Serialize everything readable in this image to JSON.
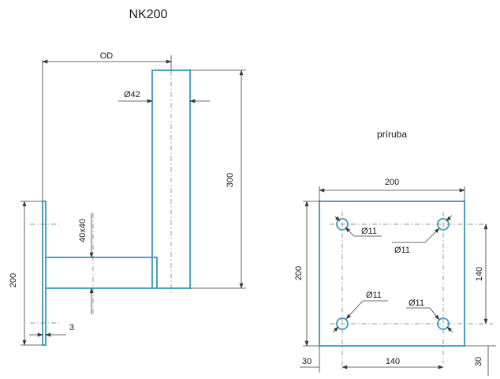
{
  "title": "NK200",
  "colors": {
    "outline": "#4aa3c0",
    "hole_fill": "#c9e6f2",
    "dimension": "#3a3a3a",
    "text": "#1a1a1a"
  },
  "side_view": {
    "dimensions": {
      "od": "OD",
      "pipe_diameter": "Ø42",
      "height": "300",
      "profile": "40x40",
      "plate_height": "200",
      "plate_thickness": "3"
    }
  },
  "flange_view": {
    "label": "príruba",
    "dimensions": {
      "width": "200",
      "height": "200",
      "hole_spacing_vertical": "140",
      "hole_spacing_horizontal": "140",
      "edge_offset_left": "30",
      "edge_offset_bottom": "30"
    },
    "holes": [
      {
        "label": "Ø11"
      },
      {
        "label": "Ø11"
      },
      {
        "label": "Ø11"
      },
      {
        "label": "Ø11"
      }
    ]
  }
}
